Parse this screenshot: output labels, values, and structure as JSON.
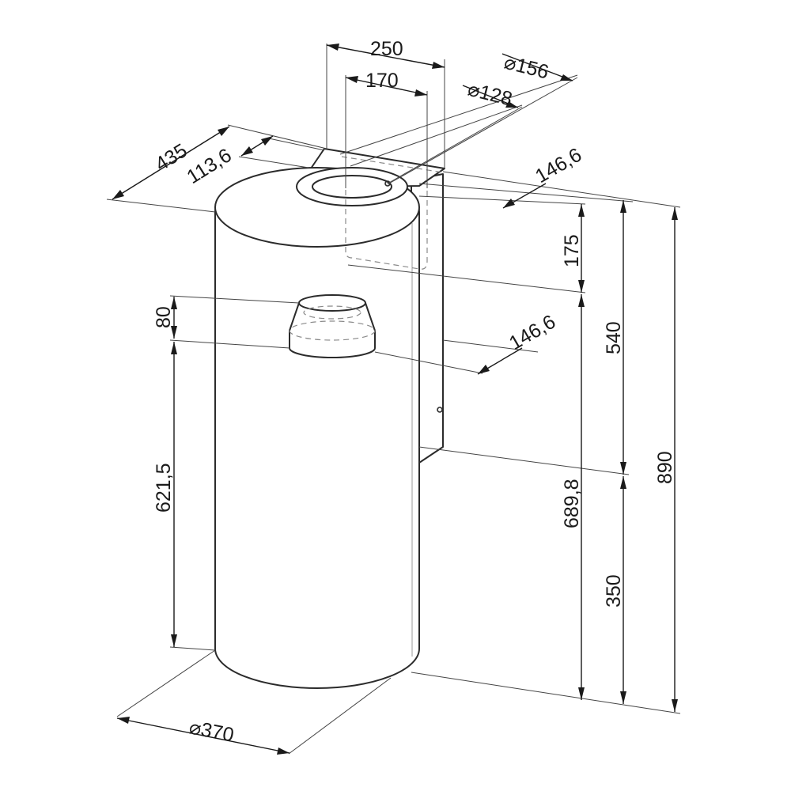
{
  "dimensions": {
    "width_top": "250",
    "inner_width": "170",
    "outlet_diameter": "⌀156",
    "inner_outlet_diameter": "⌀128",
    "depth_435": "435",
    "offset_113": "113,6",
    "wall_offset_top": "146,6",
    "top_section_height": "175",
    "spigot_height": "80",
    "wall_offset_mid": "146,6",
    "lower_height": "621,5",
    "bracket_height": "540",
    "mid_height": "689,8",
    "total_height": "890",
    "bottom_height": "350",
    "body_diameter": "⌀370"
  }
}
